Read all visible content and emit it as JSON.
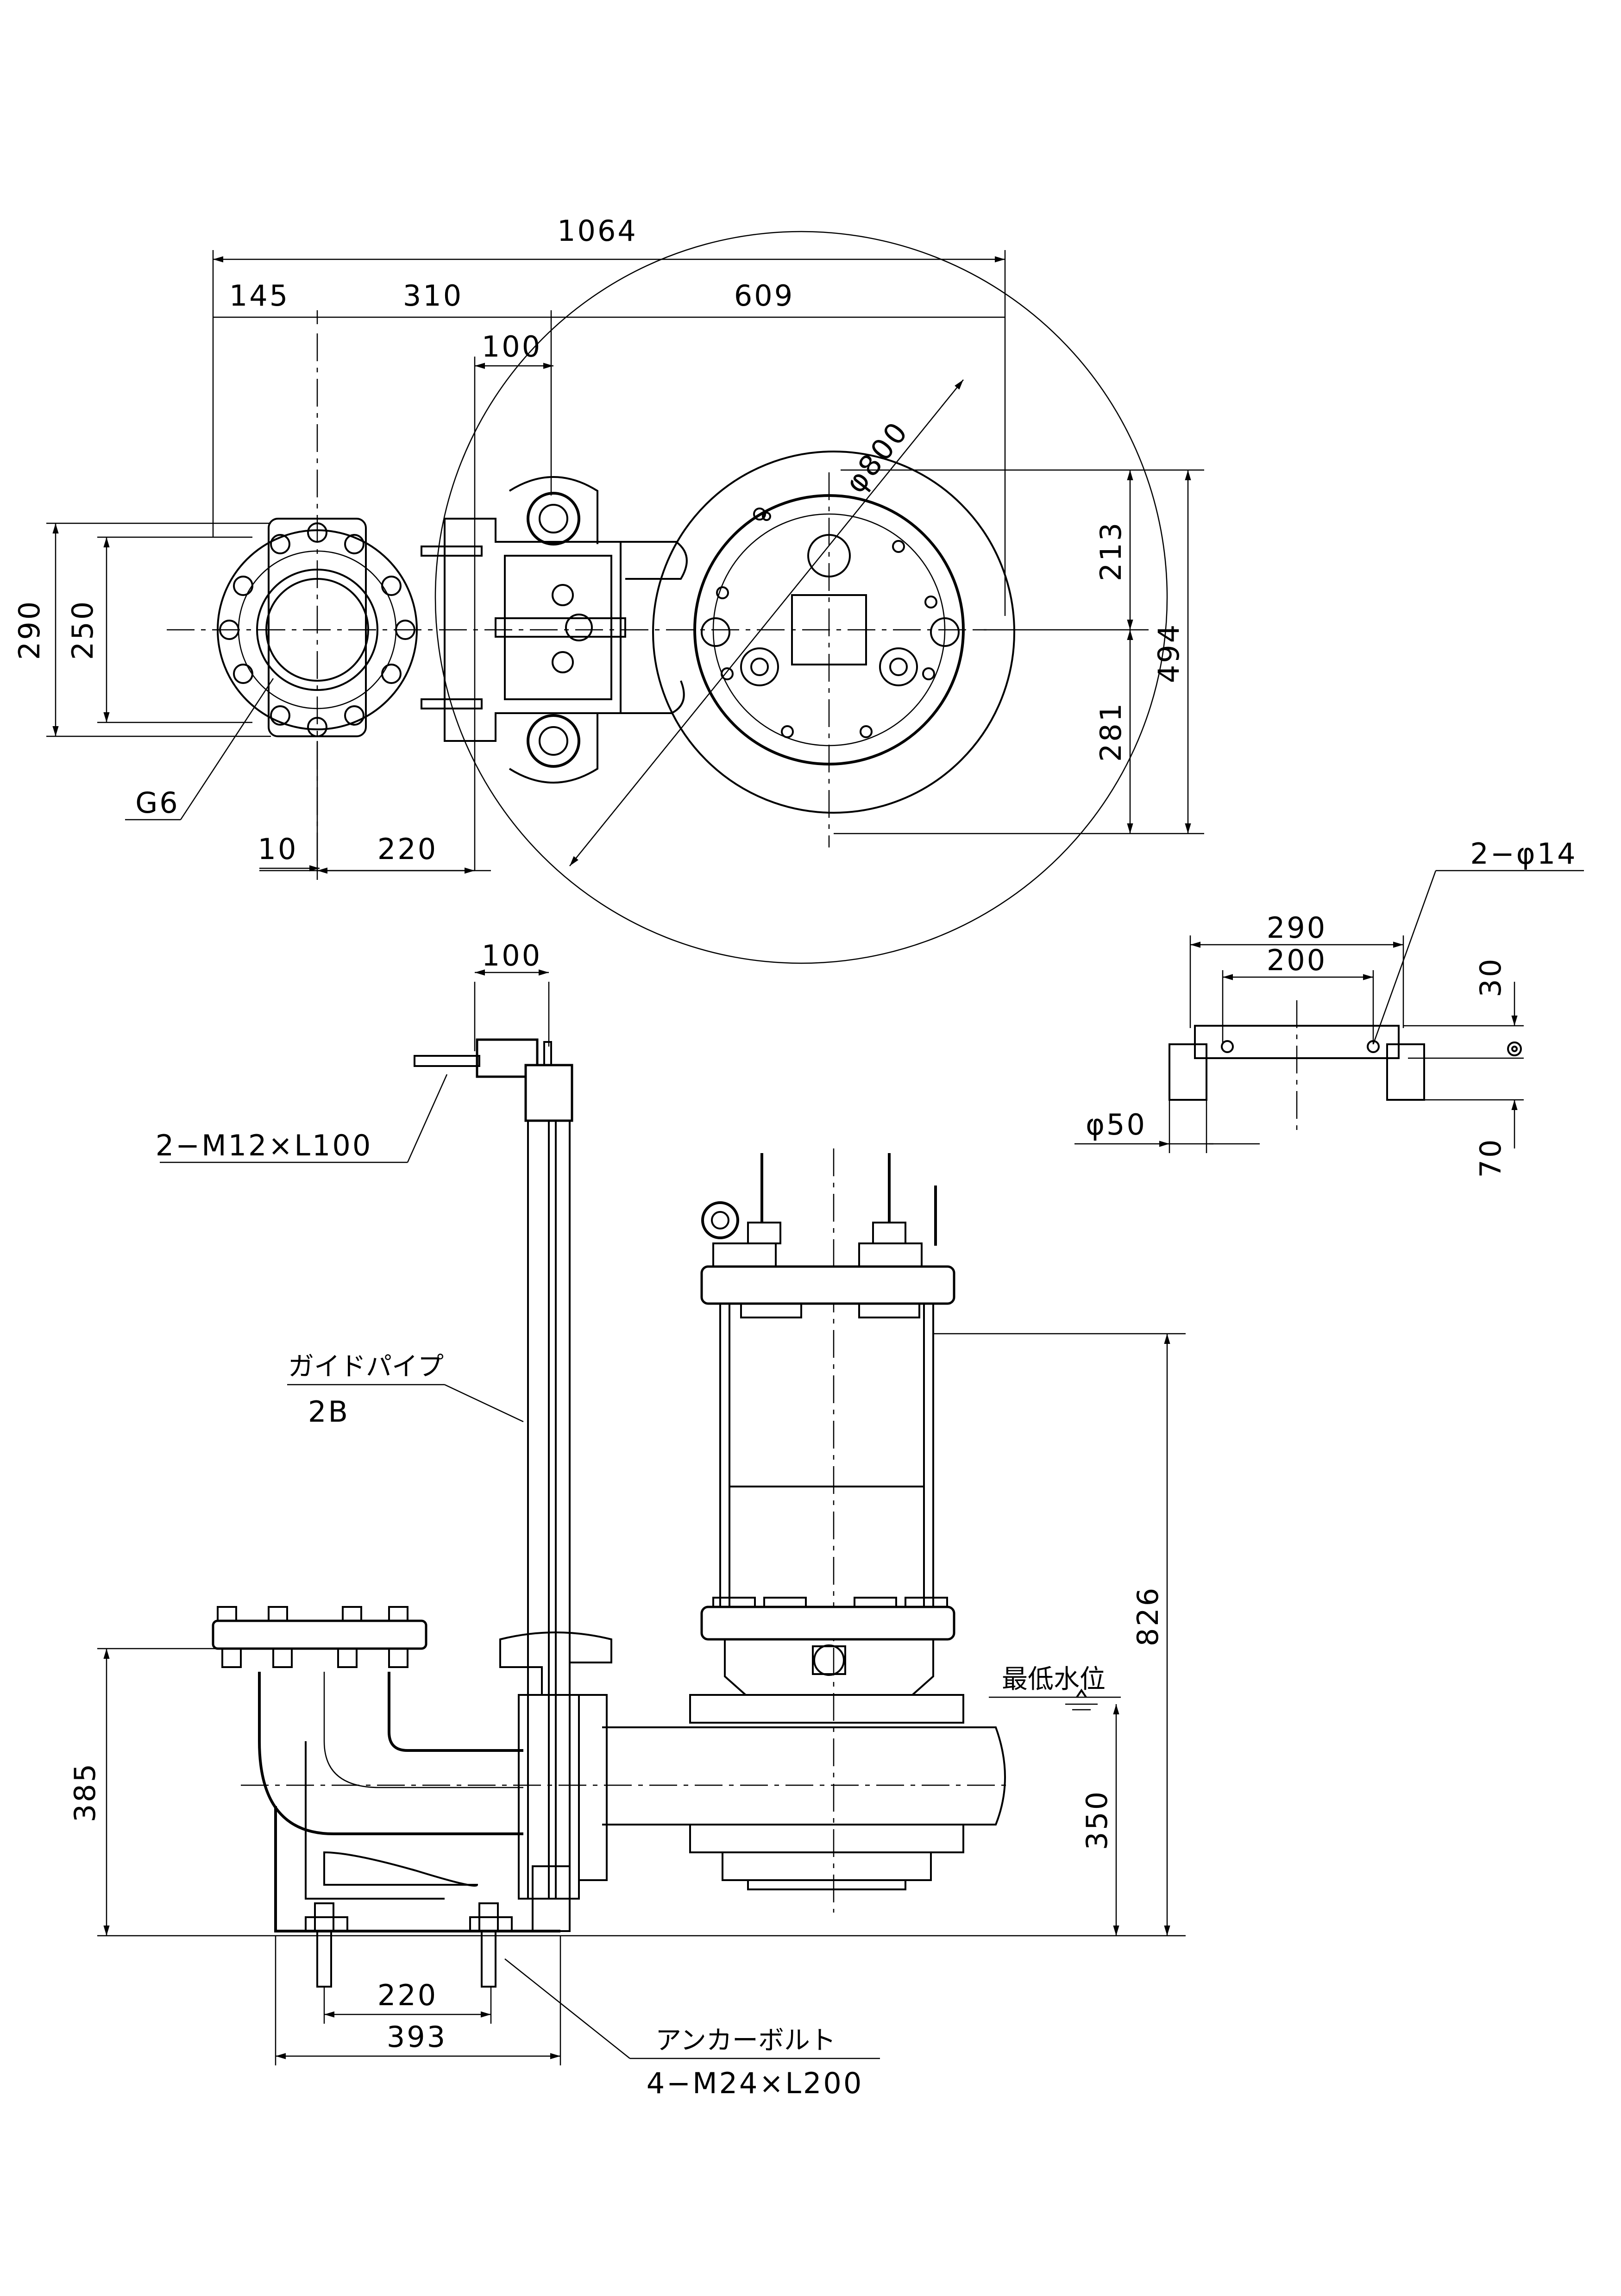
{
  "plan_view": {
    "overall_width": "1064",
    "dim_flange_offset": "145",
    "dim_flange_to_rail": "310",
    "dim_rail_to_pump": "609",
    "dim_guide_width": "100",
    "dim_flange_od": "290",
    "dim_bolt_circle": "250",
    "flange_label": "G6",
    "dim_small_offset": "10",
    "dim_bracket": "220",
    "pit_diameter": "φ800",
    "dim_upper": "213",
    "dim_lower": "281",
    "dim_total": "494"
  },
  "detail_view": {
    "bolt_holes": "2−φ14",
    "dim_outer": "290",
    "dim_inner": "200",
    "dim_height_top": "30",
    "dim_height_bottom": "70",
    "pipe_dia": "φ50"
  },
  "side_view": {
    "guide_width": "100",
    "top_bolt": "2−M12×L100",
    "guide_pipe_label": "ガイドパイプ",
    "guide_pipe_size": "2B",
    "total_height": "826",
    "min_water_level": "最低水位",
    "water_level_height": "350",
    "discharge_height": "385",
    "anchor_spacing": "220",
    "base_width": "393",
    "anchor_label": "アンカーボルト",
    "anchor_spec": "4−M24×L200"
  }
}
